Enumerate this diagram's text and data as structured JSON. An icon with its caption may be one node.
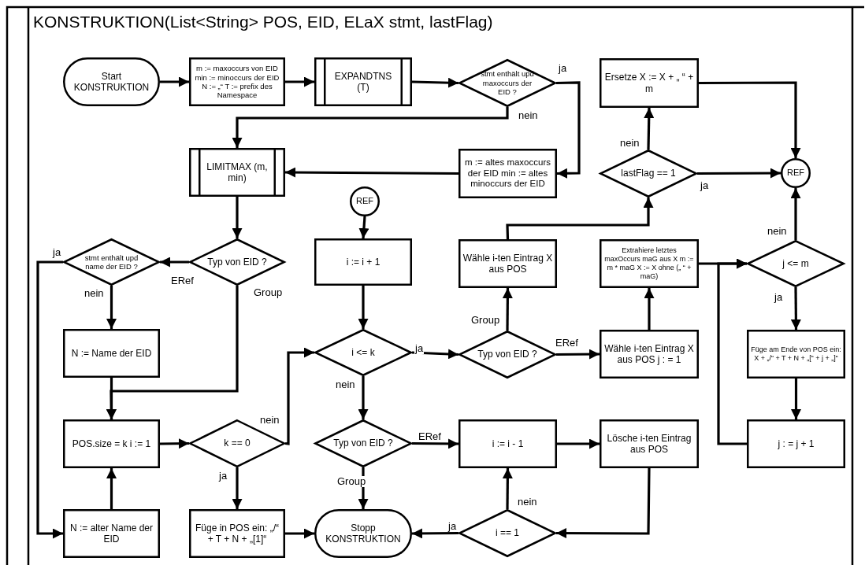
{
  "diagram": {
    "title": "KONSTRUKTION(List<String> POS, EID, ELaX stmt, lastFlag)",
    "nodes": [
      {
        "text": [
          "Start KONSTRUKTION"
        ]
      },
      {
        "text": [
          "m := maxoccurs von EID min := minoccurs der EID N := „“ T := prefix des Namespace"
        ]
      },
      {
        "text": [
          "EXPANDTNS (T)"
        ]
      },
      {
        "text": [
          "stmt enthält upd maxoccurs der EID ?"
        ]
      },
      {
        "text": [
          "LIMITMAX (m, min)"
        ]
      },
      {
        "text": [
          "m := altes maxoccurs der EID min := altes minoccurs der EID"
        ]
      },
      {
        "text": [
          "Ersetze X := X + „ “ + m"
        ]
      },
      {
        "text": [
          "lastFlag == 1"
        ]
      },
      {
        "text": [
          "REF"
        ]
      },
      {
        "text": [
          "REF"
        ]
      },
      {
        "text": [
          "Typ von EID ?"
        ]
      },
      {
        "text": [
          "stmt enthält upd name der EID ?"
        ]
      },
      {
        "text": [
          "i := i + 1"
        ]
      },
      {
        "text": [
          "Wähle i-ten Eintrag X aus POS"
        ]
      },
      {
        "text": [
          "Extrahiere letztes maxOccurs maG aus X m := m * maG X := X ohne („ “ + maG)"
        ]
      },
      {
        "text": [
          "j <= m"
        ]
      },
      {
        "text": [
          "N := Name der EID"
        ]
      },
      {
        "text": [
          "i <= k"
        ]
      },
      {
        "text": [
          "Typ von EID ?"
        ]
      },
      {
        "text": [
          "Wähle i-ten Eintrag X aus POS j : = 1"
        ]
      },
      {
        "text": [
          "Füge am Ende von POS ein: X + „/“ + T + N + „[“ + j + „]“"
        ]
      },
      {
        "text": [
          "POS.size = k i := 1"
        ]
      },
      {
        "text": [
          "k == 0"
        ]
      },
      {
        "text": [
          "Typ von EID ?"
        ]
      },
      {
        "text": [
          "i := i - 1"
        ]
      },
      {
        "text": [
          "Lösche i-ten Eintrag aus POS"
        ]
      },
      {
        "text": [
          "j : = j + 1"
        ]
      },
      {
        "text": [
          "N := alter Name der EID"
        ]
      },
      {
        "text": [
          "Füge in POS ein: „/“ + T + N + „[1]“"
        ]
      },
      {
        "text": [
          "Stopp KONSTRUKTION"
        ]
      },
      {
        "text": [
          "i == 1"
        ]
      }
    ],
    "edges": [
      {
        "from": 0,
        "to": 1,
        "arrow": "to"
      },
      {
        "from": 1,
        "to": 2,
        "arrow": "to"
      },
      {
        "from": 2,
        "to": 3,
        "arrow": "to"
      },
      {
        "from": 3,
        "to": 5,
        "arrow": "to",
        "label": "ja"
      },
      {
        "from": 3,
        "to": 4,
        "arrow": "to",
        "label": "nein"
      },
      {
        "from": 5,
        "to": 4,
        "arrow": "to"
      },
      {
        "from": 4,
        "to": 10,
        "arrow": "to"
      },
      {
        "from": 10,
        "to": 11,
        "arrow": "to",
        "label": "ERef"
      },
      {
        "from": 10,
        "to": 21,
        "arrow": "to",
        "label": "Group"
      },
      {
        "from": 11,
        "to": 16,
        "arrow": "to",
        "label": "nein"
      },
      {
        "from": 11,
        "to": 27,
        "arrow": "to",
        "label": "ja"
      },
      {
        "from": 16,
        "to": 21,
        "arrow": "to"
      },
      {
        "from": 27,
        "to": 21,
        "arrow": "to"
      },
      {
        "from": 21,
        "to": 22,
        "arrow": "to"
      },
      {
        "from": 22,
        "to": 17,
        "arrow": "to",
        "label": "nein"
      },
      {
        "from": 22,
        "to": 28,
        "arrow": "to",
        "label": "ja"
      },
      {
        "from": 28,
        "to": 29,
        "arrow": "to"
      },
      {
        "from": 9,
        "to": 12,
        "arrow": "to"
      },
      {
        "from": 12,
        "to": 17,
        "arrow": "to"
      },
      {
        "from": 17,
        "to": 18,
        "arrow": "to",
        "label": "ja"
      },
      {
        "from": 17,
        "to": 23,
        "arrow": "to",
        "label": "nein"
      },
      {
        "from": 18,
        "to": 13,
        "arrow": "to",
        "label": "Group"
      },
      {
        "from": 18,
        "to": 19,
        "arrow": "to",
        "label": "ERef"
      },
      {
        "from": 13,
        "to": 7,
        "arrow": "to"
      },
      {
        "from": 19,
        "to": 14,
        "arrow": "to"
      },
      {
        "from": 14,
        "to": 15,
        "arrow": "to"
      },
      {
        "from": 7,
        "to": 6,
        "arrow": "to",
        "label": "nein"
      },
      {
        "from": 7,
        "to": 8,
        "arrow": "to",
        "label": "ja"
      },
      {
        "from": 6,
        "to": 8,
        "arrow": "to"
      },
      {
        "from": 15,
        "to": 8,
        "arrow": "to",
        "label": "nein"
      },
      {
        "from": 15,
        "to": 20,
        "arrow": "to",
        "label": "ja"
      },
      {
        "from": 20,
        "to": 26,
        "arrow": "to"
      },
      {
        "from": 26,
        "to": 15,
        "arrow": "to"
      },
      {
        "from": 23,
        "to": 24,
        "arrow": "to",
        "label": "ERef"
      },
      {
        "from": 23,
        "to": 29,
        "arrow": "to",
        "label": "Group"
      },
      {
        "from": 24,
        "to": 25,
        "arrow": "to"
      },
      {
        "from": 25,
        "to": 30,
        "arrow": "to"
      },
      {
        "from": 30,
        "to": 24,
        "arrow": "to",
        "label": "nein"
      },
      {
        "from": 30,
        "to": 29,
        "arrow": "to",
        "label": "ja"
      }
    ]
  }
}
